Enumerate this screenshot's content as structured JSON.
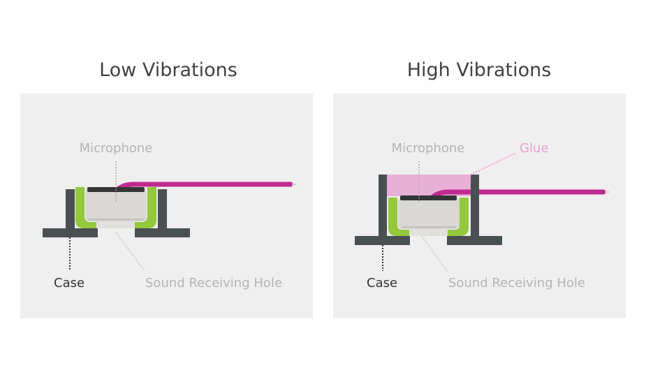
{
  "panels": [
    {
      "title": "Low Vibrations",
      "labels": {
        "microphone": "Microphone",
        "case": "Case",
        "hole": "Sound Receiving Hole"
      }
    },
    {
      "title": "High Vibrations",
      "labels": {
        "microphone": "Microphone",
        "case": "Case",
        "hole": "Sound Receiving Hole",
        "glue": "Glue"
      }
    }
  ],
  "colors": {
    "panel": "#efefef",
    "case": "#4a4f52",
    "gasket": "#94c83d",
    "mic_body": "#d9d8d4",
    "cable": "#bf2a8f",
    "glue": "#e8b0d6",
    "label_gray": "#b4b4b4",
    "label_dark": "#333333",
    "label_pink": "#e8a0cf"
  }
}
